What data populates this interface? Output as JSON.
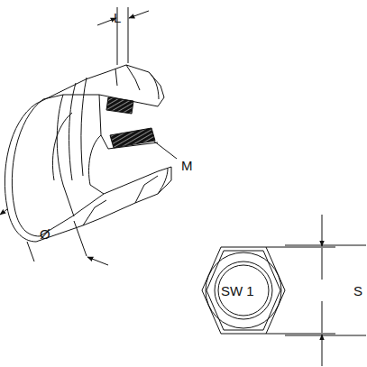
{
  "diagram": {
    "labels": [
      "L",
      "M",
      "Ø",
      "SW 1",
      "S"
    ]
  }
}
